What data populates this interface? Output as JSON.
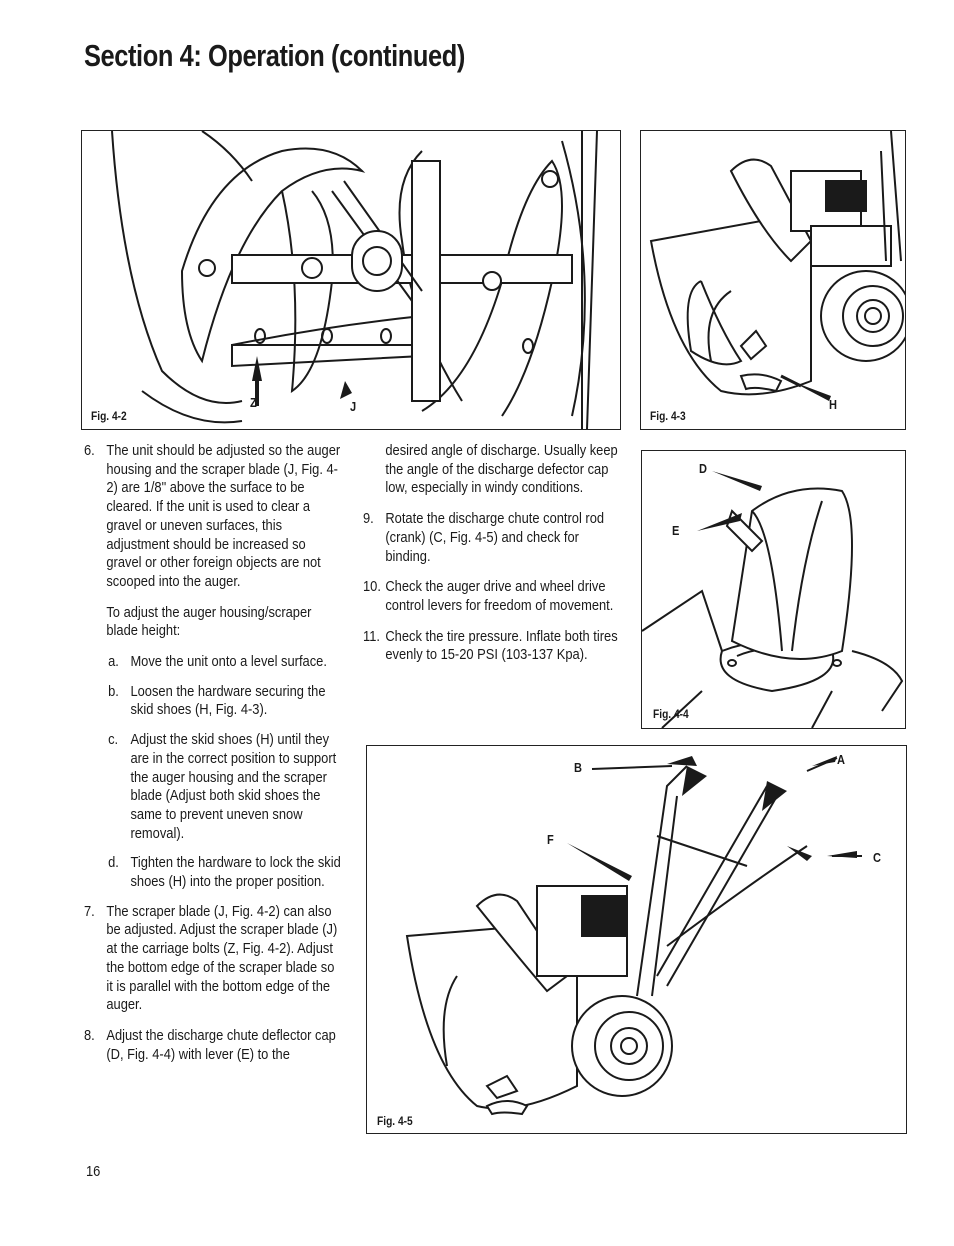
{
  "header": {
    "title": "Section 4: Operation (continued)"
  },
  "figures": {
    "fig42": {
      "caption": "Fig. 4-2",
      "labels": {
        "z": "Z",
        "j": "J"
      }
    },
    "fig43": {
      "caption": "Fig. 4-3",
      "labels": {
        "h": "H"
      }
    },
    "fig44": {
      "caption": "Fig. 4-4",
      "labels": {
        "d": "D",
        "e": "E"
      }
    },
    "fig45": {
      "caption": "Fig. 4-5",
      "labels": {
        "a": "A",
        "b": "B",
        "c": "C",
        "f": "F"
      }
    }
  },
  "left_column": {
    "item6": {
      "num": "6.",
      "text": "The unit should be adjusted so the auger housing and the scraper blade (J, Fig. 4-2) are 1/8\" above the surface to be cleared. If the unit is used to clear a gravel or uneven surfaces, this adjustment should be increased so gravel or other foreign objects are not scooped into the auger."
    },
    "intro": "To adjust the auger housing/scraper blade height:",
    "steps": [
      {
        "num": "a.",
        "text": "Move the unit onto a level surface."
      },
      {
        "num": "b.",
        "text": "Loosen the hardware securing the skid shoes (H, Fig. 4-3)."
      },
      {
        "num": "c.",
        "text": "Adjust the skid shoes (H) until they are in the correct position to support the auger housing and the scraper blade (Adjust both skid shoes the same to prevent uneven snow removal)."
      },
      {
        "num": "d.",
        "text": "Tighten the hardware to lock the skid shoes (H) into the proper position."
      }
    ],
    "item7": {
      "num": "7.",
      "text": "The scraper blade (J, Fig. 4-2) can also be adjusted. Adjust the scraper blade (J) at the carriage bolts (Z, Fig. 4-2). Adjust the bottom edge of the scraper blade so it is parallel with the bottom edge of the auger."
    },
    "item8": {
      "num": "8.",
      "text": "Adjust the discharge chute deflector cap (D, Fig. 4-4) with lever (E) to the"
    }
  },
  "right_column": {
    "cont8": "desired angle of discharge. Usually keep the angle of the discharge defector cap low, especially in windy conditions.",
    "item9": {
      "num": "9.",
      "text": "Rotate the discharge chute control rod (crank) (C, Fig. 4-5) and check for binding."
    },
    "item10": {
      "num": "10.",
      "text": "Check the auger drive and wheel drive control levers for freedom of movement."
    },
    "item11": {
      "num": "11.",
      "text": "Check the tire pressure. Inflate both tires evenly to 15-20 PSI (103-137 Kpa)."
    }
  },
  "footer": {
    "page_number": "16"
  }
}
